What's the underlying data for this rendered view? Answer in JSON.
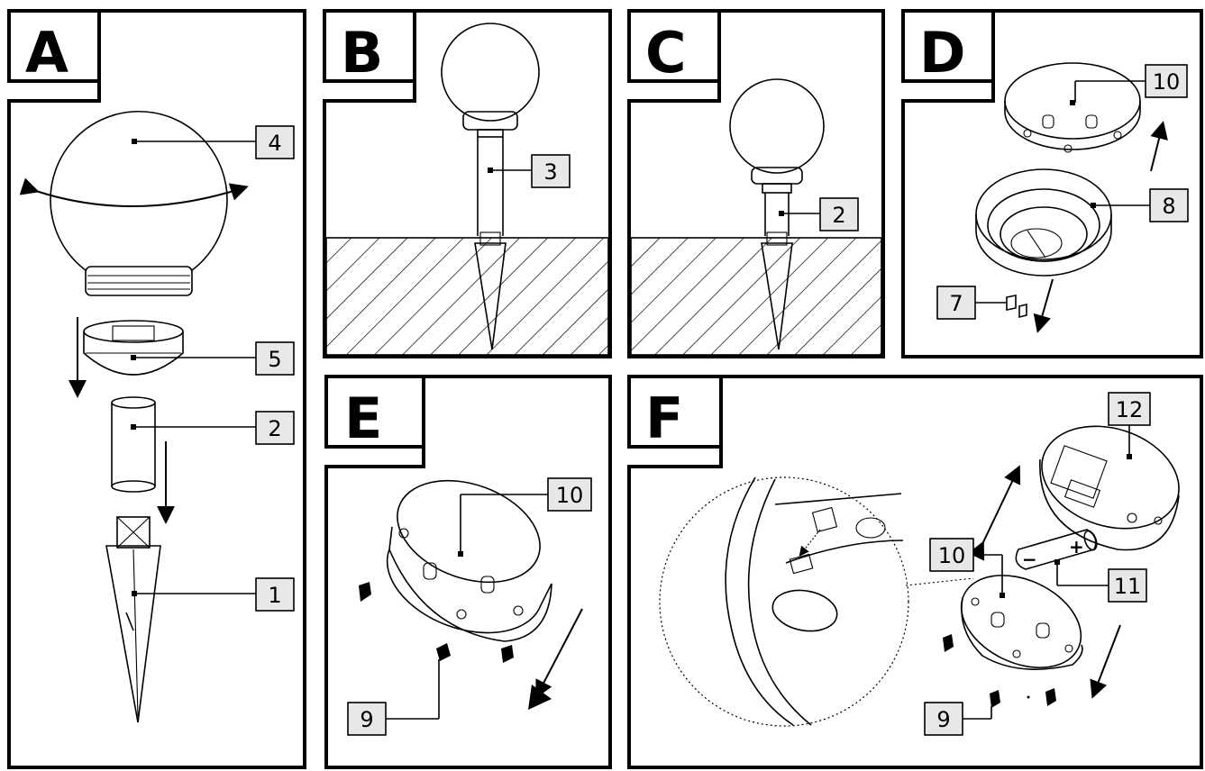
{
  "panels": [
    {
      "letter": "A",
      "labels": [
        "4",
        "5",
        "2",
        "1"
      ]
    },
    {
      "letter": "B",
      "labels": [
        "3"
      ]
    },
    {
      "letter": "C",
      "labels": [
        "2"
      ]
    },
    {
      "letter": "D",
      "labels": [
        "10",
        "8",
        "7"
      ]
    },
    {
      "letter": "E",
      "labels": [
        "10",
        "9"
      ]
    },
    {
      "letter": "F",
      "labels": [
        "12",
        "10",
        "11",
        "9"
      ]
    }
  ],
  "battery": {
    "minus": "−",
    "plus": "+"
  }
}
